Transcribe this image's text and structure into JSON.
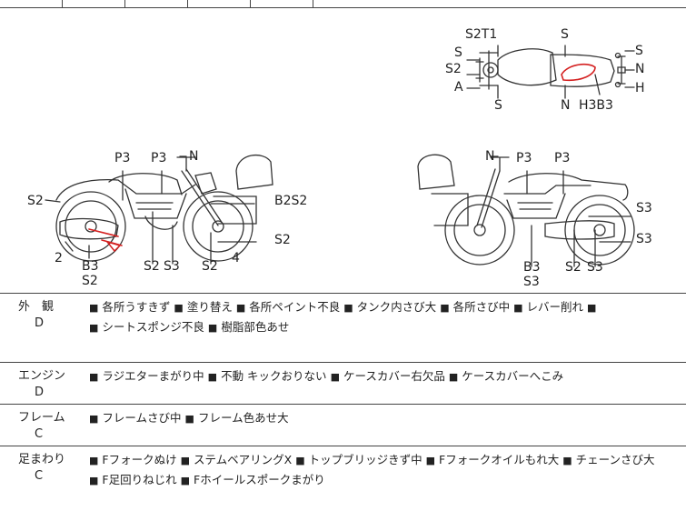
{
  "diagram": {
    "top_view_labels": {
      "S2T1": "S2T1",
      "S_tl": "S",
      "S2_l": "S2",
      "A_l": "A",
      "S_bl": "S",
      "S_tr": "S",
      "S_r": "S",
      "N_r": "N",
      "H_r": "H",
      "N_b": "N",
      "H3B3": "H3B3"
    },
    "left_side_labels": {
      "P3a": "P3",
      "P3b": "P3",
      "N": "N",
      "S2_left": "S2",
      "B2S2": "B2S2",
      "S2_right": "S2",
      "num2": "2",
      "num4": "4",
      "B3": "B3",
      "S2_under_B3": "S2",
      "S2_bottom1": "S2",
      "S3_bottom": "S3",
      "S2_bottom2": "S2"
    },
    "right_side_labels": {
      "N": "N",
      "P3a": "P3",
      "P3b": "P3",
      "S3_top": "S3",
      "S3_mid": "S3",
      "B3": "B3",
      "S3_under_B3": "S3",
      "S2_bottom": "S2",
      "S3_bottom": "S3"
    },
    "colors": {
      "line": "#333333",
      "damage": "#d42020"
    }
  },
  "sections": [
    {
      "category": "外　観",
      "grade": "D",
      "lines": [
        [
          "各所うすきず",
          "塗り替え",
          "各所ペイント不良",
          "タンク内さび大",
          "各所さび中",
          "レバー削れ"
        ],
        [
          "シートスポンジ不良",
          "樹脂部色あせ"
        ]
      ]
    },
    {
      "category": "エンジン",
      "grade": "D",
      "lines": [
        [
          "ラジエターまがり中",
          "不動 キックおりない",
          "ケースカバー右欠品",
          "ケースカバーへこみ"
        ]
      ]
    },
    {
      "category": "フレーム",
      "grade": "C",
      "lines": [
        [
          "フレームさび中",
          "フレーム色あせ大"
        ]
      ]
    },
    {
      "category": "足まわり",
      "grade": "C",
      "lines": [
        [
          "Fフォークぬけ",
          "ステムベアリングX",
          "トップブリッジきず中",
          "Fフォークオイルもれ大",
          "チェーンさび大"
        ],
        [
          "F足回りねじれ",
          "Fホイールスポークまがり"
        ]
      ]
    }
  ],
  "bullet": "■"
}
